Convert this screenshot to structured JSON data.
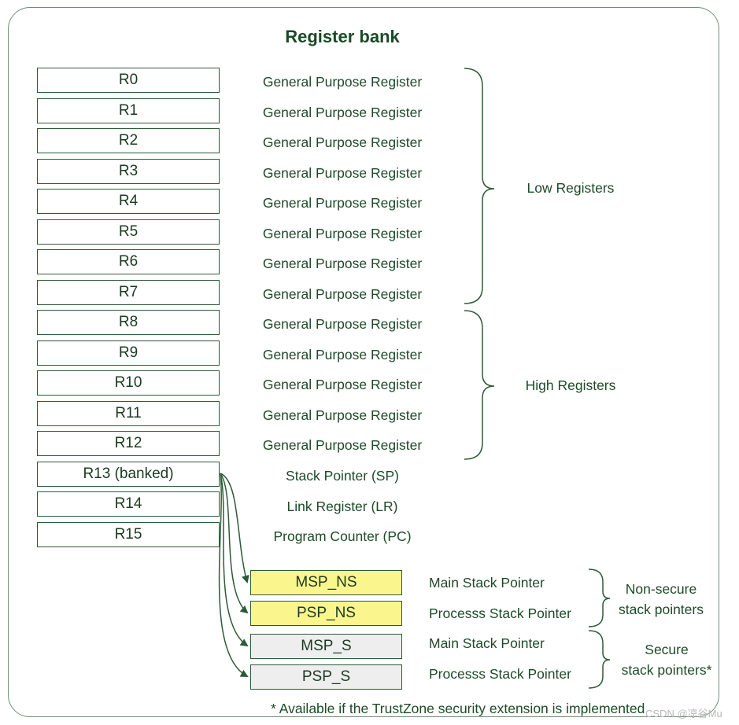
{
  "title": "Register bank",
  "registers": [
    {
      "name": "R0",
      "description": "General Purpose Register"
    },
    {
      "name": "R1",
      "description": "General Purpose Register"
    },
    {
      "name": "R2",
      "description": "General Purpose Register"
    },
    {
      "name": "R3",
      "description": "General Purpose Register"
    },
    {
      "name": "R4",
      "description": "General Purpose Register"
    },
    {
      "name": "R5",
      "description": "General Purpose Register"
    },
    {
      "name": "R6",
      "description": "General Purpose Register"
    },
    {
      "name": "R7",
      "description": "General Purpose Register"
    },
    {
      "name": "R8",
      "description": "General Purpose Register"
    },
    {
      "name": "R9",
      "description": "General Purpose Register"
    },
    {
      "name": "R10",
      "description": "General Purpose Register"
    },
    {
      "name": "R11",
      "description": "General Purpose Register"
    },
    {
      "name": "R12",
      "description": "General Purpose Register"
    },
    {
      "name": "R13 (banked)",
      "description": "Stack Pointer (SP)"
    },
    {
      "name": "R14",
      "description": "Link Register (LR)"
    },
    {
      "name": "R15",
      "description": "Program Counter (PC)"
    }
  ],
  "groups": {
    "low": "Low Registers",
    "high": "High Registers"
  },
  "stack_pointers": [
    {
      "name": "MSP_NS",
      "description": "Main Stack Pointer",
      "color": "#fbf58e"
    },
    {
      "name": "PSP_NS",
      "description": "Processs Stack Pointer",
      "color": "#fbf58e"
    },
    {
      "name": "MSP_S",
      "description": "Main Stack Pointer",
      "color": "#eeeeee"
    },
    {
      "name": "PSP_S",
      "description": "Processs Stack Pointer",
      "color": "#eeeeee"
    }
  ],
  "pointer_groups": {
    "non_secure": [
      "Non-secure",
      "stack pointers"
    ],
    "secure": [
      "Secure",
      "stack pointers*"
    ]
  },
  "footnote": "* Available if the TrustZone security extension is implemented",
  "watermark": "CSDN @凉谷Mu",
  "colors": {
    "border": "#2e5a36",
    "text": "#1e4a28",
    "non_secure_fill": "#fbf58e",
    "secure_fill": "#eeeeee"
  }
}
